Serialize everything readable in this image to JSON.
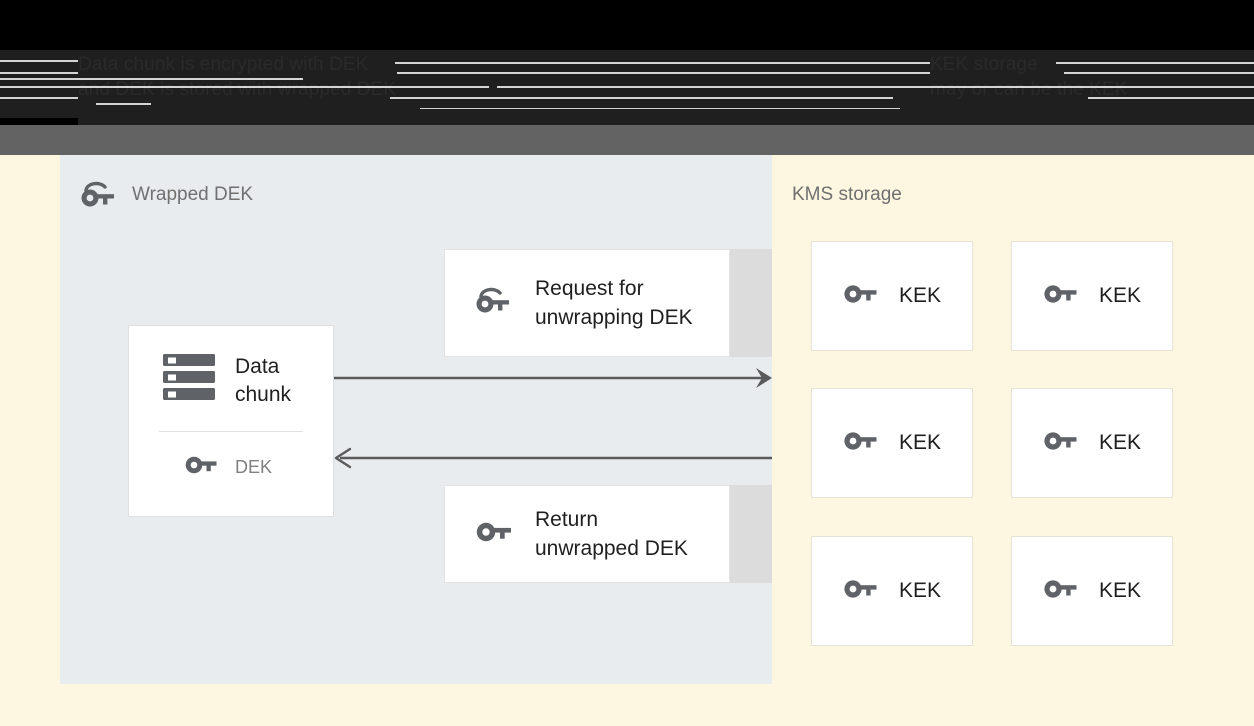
{
  "page": {
    "background_color": "#FDF6E0"
  },
  "top_bar": {
    "black_color": "#000000",
    "dark_color": "#1f1f1f",
    "gray_color": "#636363",
    "caption_left": "Data chunk is encrypted with DEK\nand DEK is stored with wrapped DEK",
    "caption_right": "KEK storage\nmay or can be the KEK"
  },
  "left_panel": {
    "background_color": "#E8ECEF",
    "title": "Wrapped DEK",
    "title_icon": "wrapped-key-icon",
    "data_card": {
      "icon": "storage-chunk-icon",
      "label": "Data\nchunk",
      "key_icon": "key-icon",
      "key_label": "DEK"
    },
    "messages": [
      {
        "icon": "wrapped-key-icon",
        "label": "Request for\nunwrapping DEK"
      },
      {
        "icon": "key-icon",
        "label": "Return\nunwrapped DEK"
      }
    ],
    "arrows": [
      {
        "name": "request-arrow",
        "direction": "right"
      },
      {
        "name": "return-arrow",
        "direction": "left"
      }
    ]
  },
  "right_panel": {
    "background_color": "#FDF6E0",
    "title": "KMS storage",
    "kek_items": [
      {
        "icon": "key-icon",
        "label": "KEK"
      },
      {
        "icon": "key-icon",
        "label": "KEK"
      },
      {
        "icon": "key-icon",
        "label": "KEK"
      },
      {
        "icon": "key-icon",
        "label": "KEK"
      },
      {
        "icon": "key-icon",
        "label": "KEK"
      },
      {
        "icon": "key-icon",
        "label": "KEK"
      }
    ]
  },
  "colors": {
    "icon_gray": "#5f6368",
    "text_dark": "#1f1f1f",
    "text_muted": "#707070",
    "card_white": "#FFFFFF",
    "shadow_gray": "#DCDCDC",
    "arrow_gray": "#5a5a5a"
  }
}
